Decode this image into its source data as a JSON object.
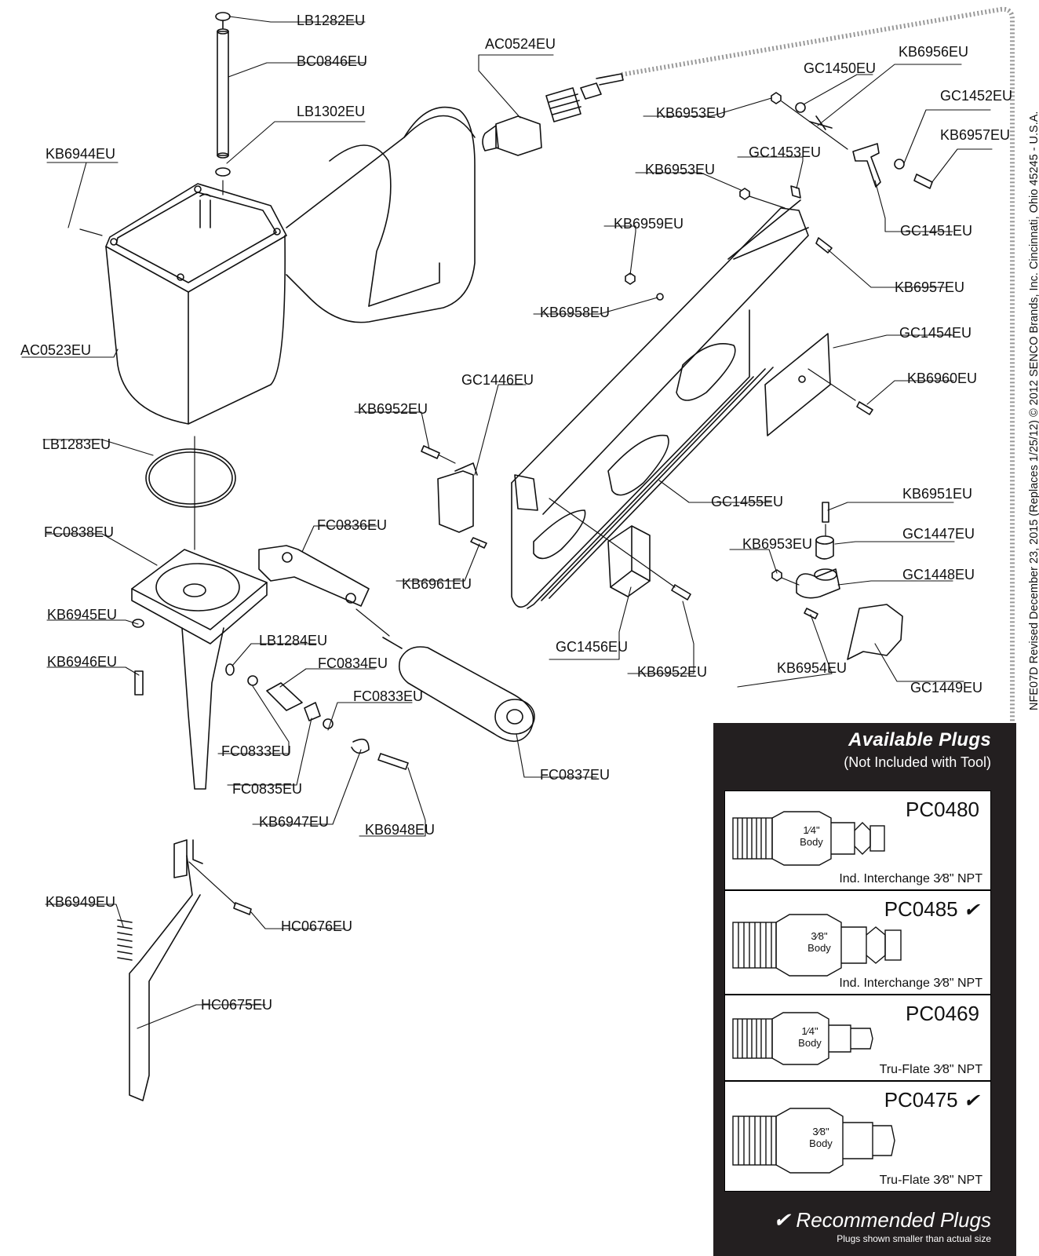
{
  "part_labels": {
    "LB1282EU": "LB1282EU",
    "BC0846EU": "BC0846EU",
    "LB1302EU": "LB1302EU",
    "AC0524EU": "AC0524EU",
    "KB6956EU": "KB6956EU",
    "GC1450EU": "GC1450EU",
    "GC1452EU": "GC1452EU",
    "KB6953EU_a": "KB6953EU",
    "KB6957EU_a": "KB6957EU",
    "GC1453EU": "GC1453EU",
    "KB6953EU_b": "KB6953EU",
    "GC1451EU": "GC1451EU",
    "KB6944EU": "KB6944EU",
    "KB6959EU": "KB6959EU",
    "KB6957EU_b": "KB6957EU",
    "KB6958EU": "KB6958EU",
    "GC1454EU": "GC1454EU",
    "AC0523EU": "AC0523EU",
    "GC1446EU": "GC1446EU",
    "KB6960EU": "KB6960EU",
    "KB6952EU_a": "KB6952EU",
    "LB1283EU": "LB1283EU",
    "GC1455EU": "GC1455EU",
    "KB6951EU": "KB6951EU",
    "FC0838EU": "FC0838EU",
    "FC0836EU": "FC0836EU",
    "GC1447EU": "GC1447EU",
    "KB6953EU_c": "KB6953EU",
    "KB6961EU": "KB6961EU",
    "GC1448EU": "GC1448EU",
    "KB6945EU": "KB6945EU",
    "LB1284EU": "LB1284EU",
    "KB6946EU": "KB6946EU",
    "FC0834EU": "FC0834EU",
    "GC1456EU": "GC1456EU",
    "KB6952EU_b": "KB6952EU",
    "KB6954EU": "KB6954EU",
    "GC1449EU": "GC1449EU",
    "FC0833EU_a": "FC0833EU",
    "FC0833EU_b": "FC0833EU",
    "FC0835EU": "FC0835EU",
    "FC0837EU": "FC0837EU",
    "KB6947EU": "KB6947EU",
    "KB6948EU": "KB6948EU",
    "KB6949EU": "KB6949EU",
    "HC0676EU": "HC0676EU",
    "HC0675EU": "HC0675EU"
  },
  "plugs_panel": {
    "title": "Available Plugs",
    "subtitle": "(Not Included with Tool)",
    "plugs": [
      {
        "code": "PC0480",
        "check": "",
        "body": "1/4\" Body",
        "body_l1": "1⁄4\"",
        "body_l2": "Body",
        "type": "Ind. Interchange 3⁄8\" NPT",
        "recommended": false
      },
      {
        "code": "PC0485",
        "check": "✔",
        "body": "3/8\" Body",
        "body_l1": "3⁄8\"",
        "body_l2": "Body",
        "type": "Ind. Interchange 3⁄8\" NPT",
        "recommended": true
      },
      {
        "code": "PC0469",
        "check": "",
        "body": "1/4\" Body",
        "body_l1": "1⁄4\"",
        "body_l2": "Body",
        "type": "Tru-Flate 3⁄8\" NPT",
        "recommended": false
      },
      {
        "code": "PC0475",
        "check": "✔",
        "body": "3/8\" Body",
        "body_l1": "3⁄8\"",
        "body_l2": "Body",
        "type": "Tru-Flate 3⁄8\" NPT",
        "recommended": true
      }
    ],
    "recommended_label": "✔ Recommended Plugs",
    "recommended_note": "Plugs shown smaller than actual size"
  },
  "side_note": "NFE07D  Revised December 23, 2015 (Replaces 1/25/12) © 2012 SENCO Brands, Inc. Cincinnati, Ohio 45245 - U.S.A.",
  "colors": {
    "panel": "#231f20",
    "line": "#111111",
    "paper": "#ffffff"
  }
}
